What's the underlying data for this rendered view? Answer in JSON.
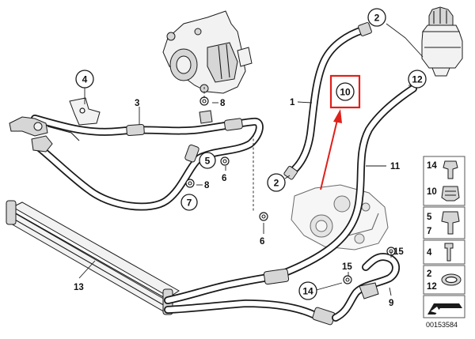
{
  "callouts": {
    "c2_top": "2",
    "c2_bottom": "2",
    "c4": "4",
    "c5": "5",
    "c7": "7",
    "c10": "10",
    "c12": "12",
    "c14": "14"
  },
  "labels": {
    "l1": "1",
    "l3": "3",
    "l6_upper": "6",
    "l6_lower": "6",
    "l8_upper": "8",
    "l8_lower": "8",
    "l9": "9",
    "l11": "11",
    "l13": "13",
    "l15_right": "15",
    "l15_middle": "15"
  },
  "legend": {
    "row_14": "14",
    "row_10": "10",
    "row_5": "5",
    "row_7": "7",
    "row_4": "4",
    "row_2": "2",
    "row_12": "12"
  },
  "diagram_number": "00153584",
  "colors": {
    "highlight": "#e0201b",
    "ink": "#1a1a1a"
  }
}
